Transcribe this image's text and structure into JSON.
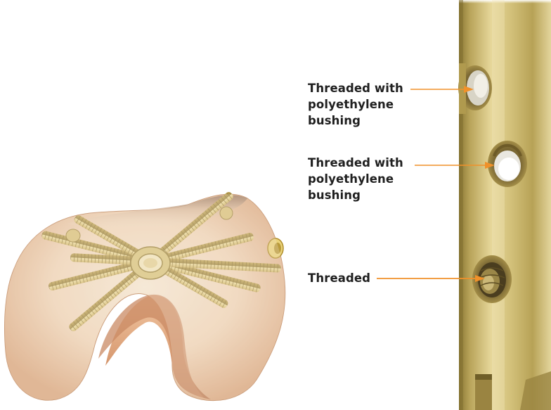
{
  "callouts": [
    {
      "lines": [
        "Threaded with",
        "polyethylene",
        "bushing"
      ]
    },
    {
      "lines": [
        "Threaded with",
        "polyethylene",
        "bushing"
      ]
    },
    {
      "lines": [
        "Threaded"
      ]
    }
  ],
  "colors": {
    "leader_line": "#f0912a",
    "nail_gold": "#c8b46a",
    "bone": "#e8c7a6",
    "text": "#1f1f1f"
  }
}
